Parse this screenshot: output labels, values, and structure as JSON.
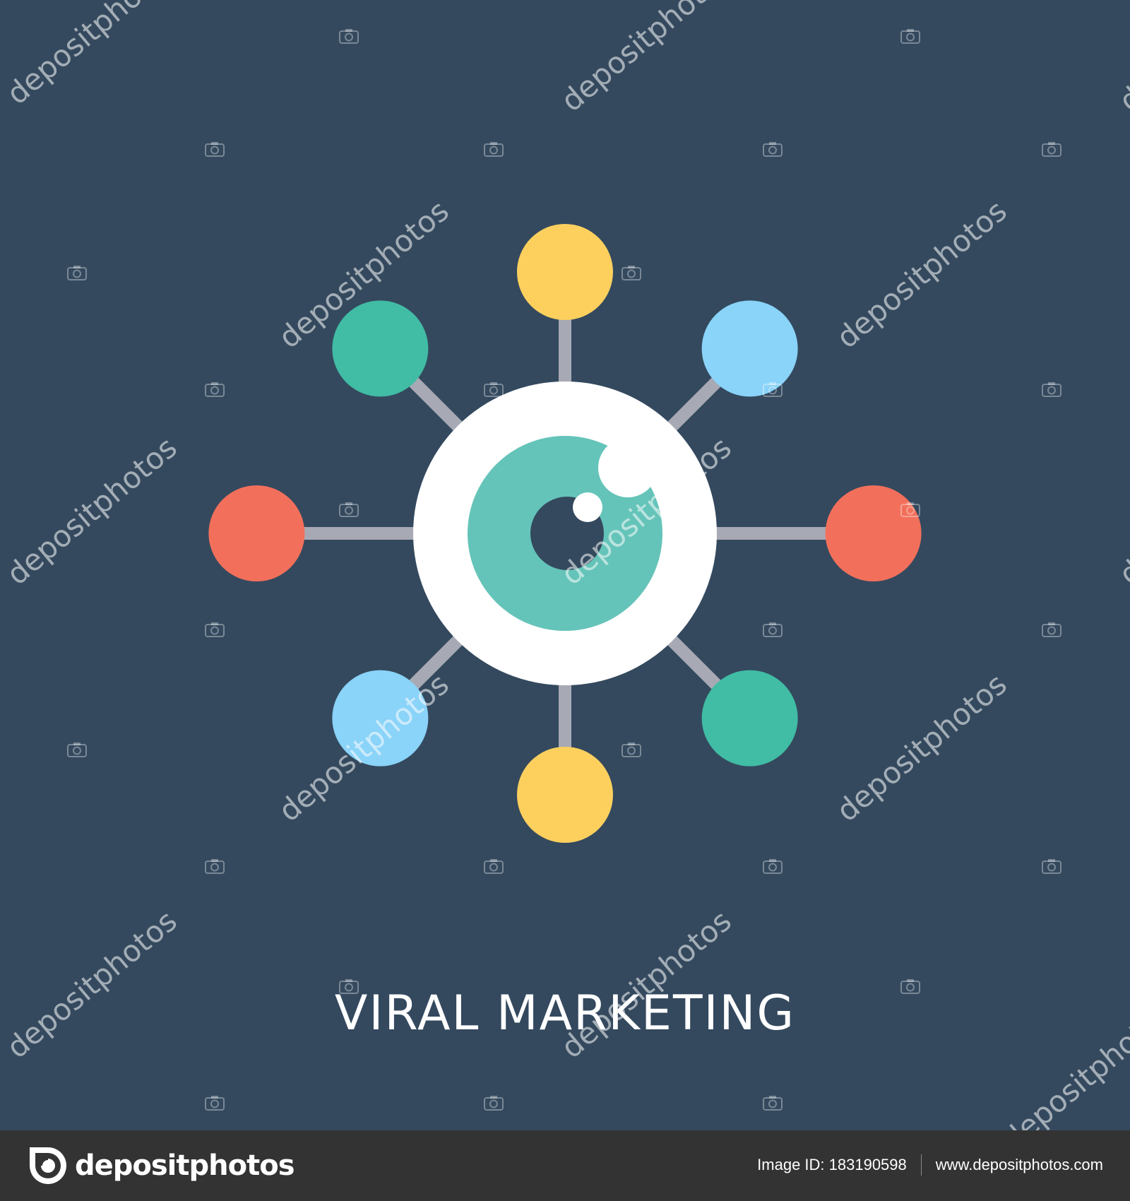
{
  "illustration": {
    "title": "VIRAL MARKETING",
    "center_icon": "eye-icon",
    "colors": {
      "background": "#34495e",
      "connector": "#a7a9b4",
      "eye_white": "#ffffff",
      "iris": "#65c4b9",
      "pupil": "#34495e",
      "yellow": "#fdd05e",
      "teal": "#41bca5",
      "light_blue": "#8ad3f9",
      "red": "#f2705b"
    },
    "nodes": [
      {
        "name": "node-top",
        "color": "yellow"
      },
      {
        "name": "node-top-right",
        "color": "light_blue"
      },
      {
        "name": "node-right",
        "color": "red"
      },
      {
        "name": "node-bottom-right",
        "color": "teal"
      },
      {
        "name": "node-bottom",
        "color": "yellow"
      },
      {
        "name": "node-bottom-left",
        "color": "light_blue"
      },
      {
        "name": "node-left",
        "color": "red"
      },
      {
        "name": "node-top-left",
        "color": "teal"
      }
    ]
  },
  "watermark": {
    "text": "depositphotos",
    "icon": "camera-icon"
  },
  "footer": {
    "logo_text": "depositphotos",
    "logo_icon": "depositphotos-logo-icon",
    "image_id": "Image ID: 183190598",
    "url": "www.depositphotos.com"
  }
}
